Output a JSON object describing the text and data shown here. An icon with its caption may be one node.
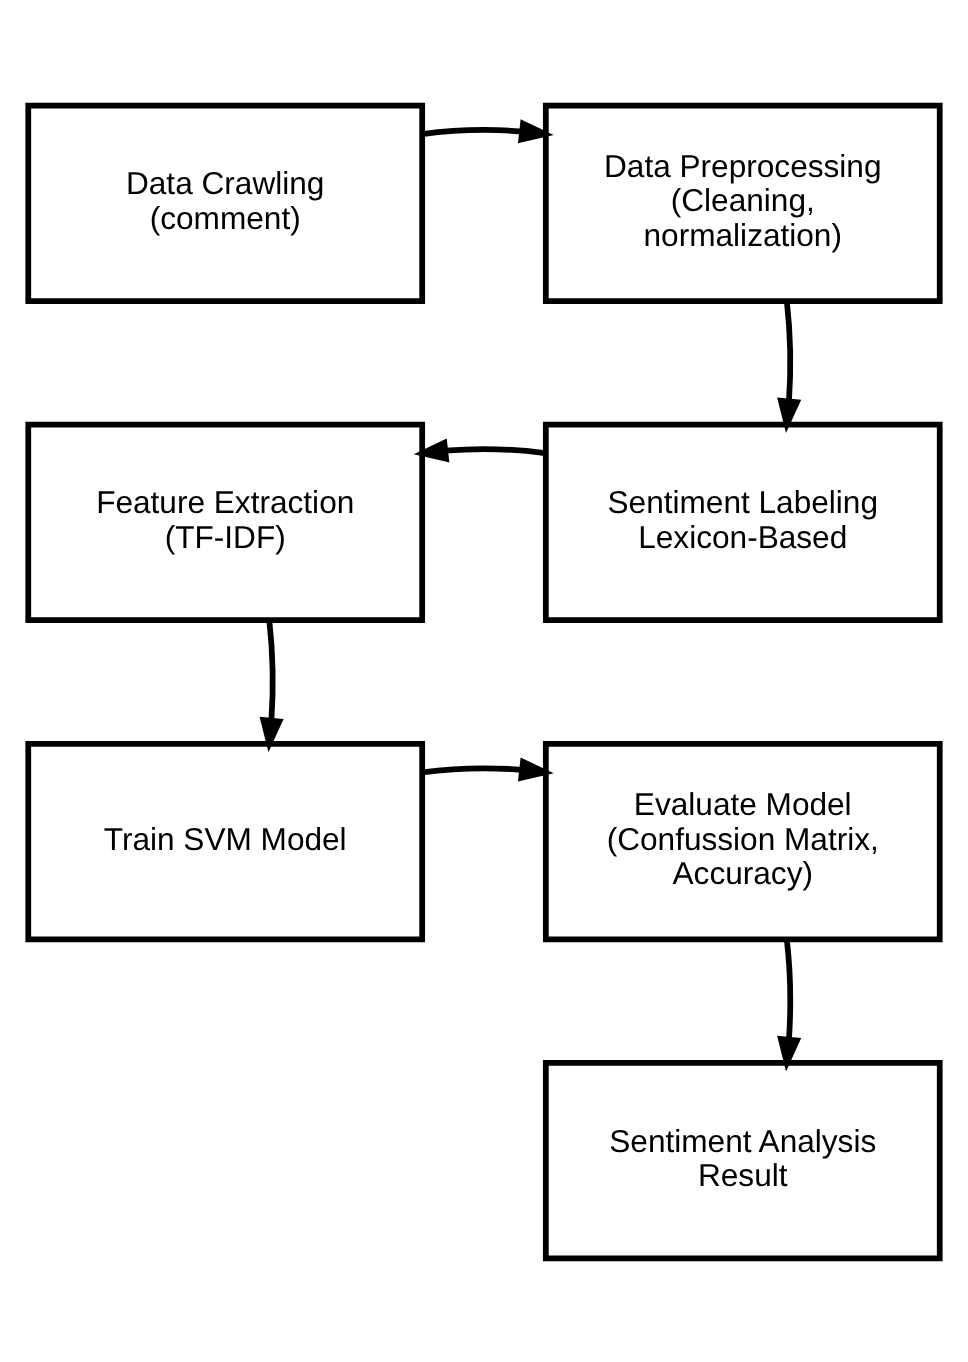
{
  "diagram": {
    "nodes": [
      {
        "text": [
          "Data Crawling (comment)"
        ]
      },
      {
        "text": [
          "Data Preprocessing (Cleaning, normalization)"
        ]
      },
      {
        "text": [
          "Sentiment Labeling Lexicon-Based"
        ]
      },
      {
        "text": [
          "Feature Extraction (TF-IDF)"
        ]
      },
      {
        "text": [
          "Train SVM Model"
        ]
      },
      {
        "text": [
          "Evaluate Model (Confussion Matrix, Accuracy)"
        ]
      },
      {
        "text": [
          "Sentiment Analysis Result"
        ]
      }
    ],
    "edges": [
      {
        "from": 0,
        "to": 1,
        "arrow": "to"
      },
      {
        "from": 1,
        "to": 2,
        "arrow": "to"
      },
      {
        "from": 2,
        "to": 3,
        "arrow": "to"
      },
      {
        "from": 3,
        "to": 4,
        "arrow": "to"
      },
      {
        "from": 4,
        "to": 5,
        "arrow": "to"
      },
      {
        "from": 5,
        "to": 6,
        "arrow": "to"
      }
    ]
  }
}
